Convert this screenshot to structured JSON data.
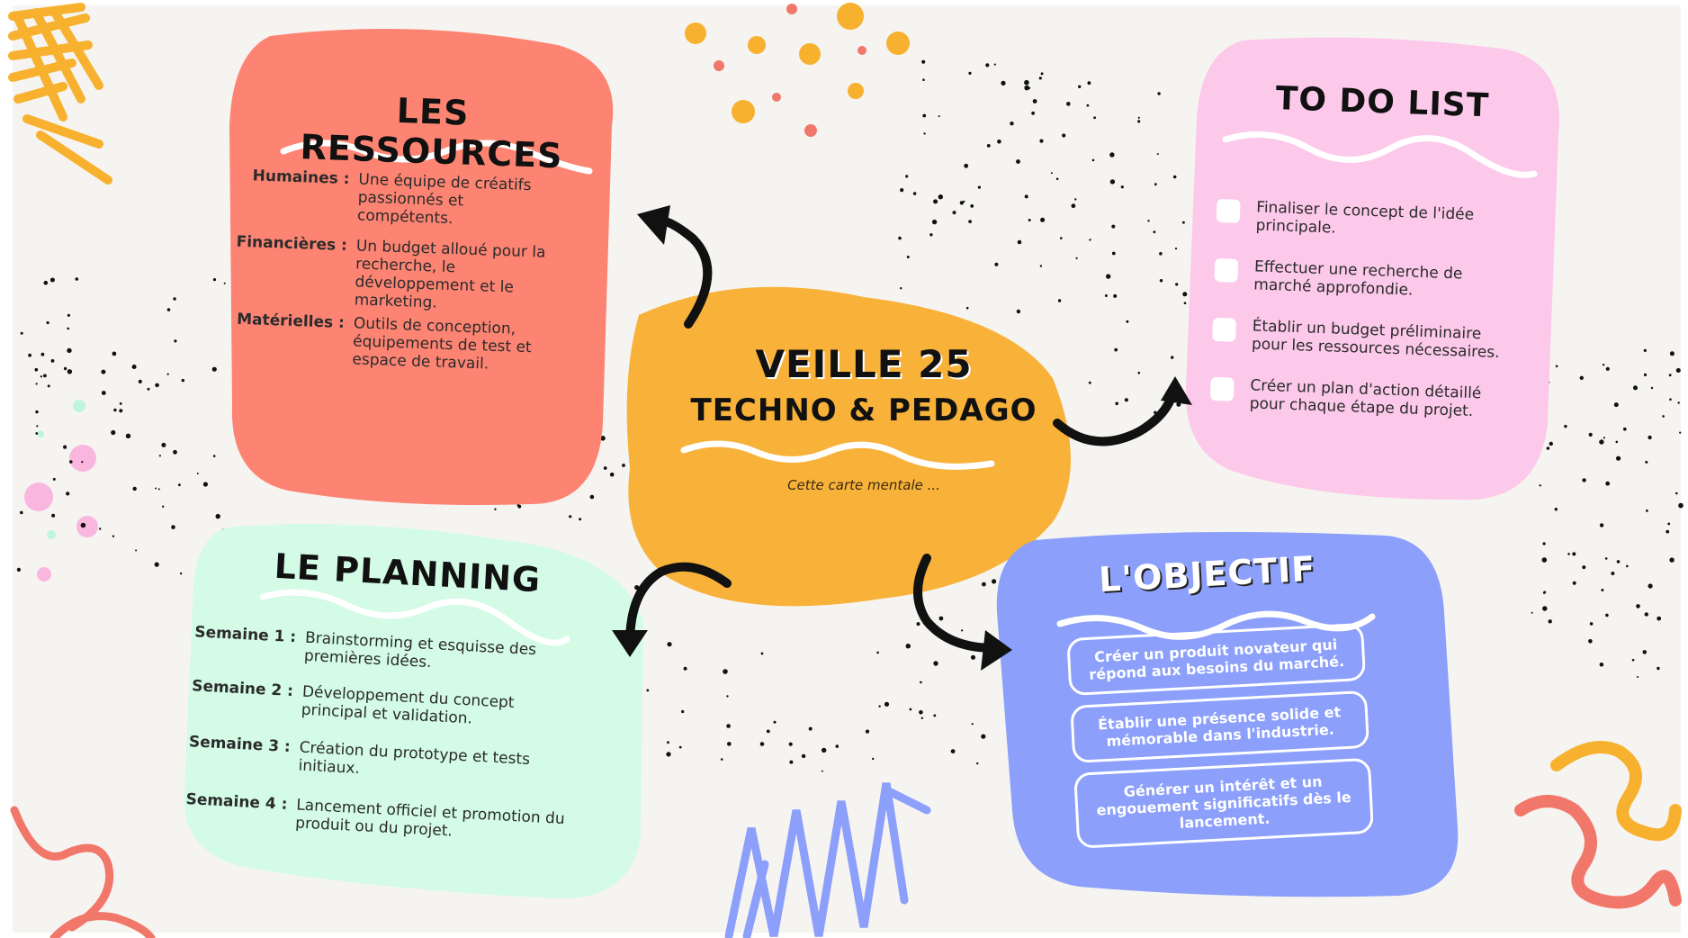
{
  "center": {
    "title_line1": "VEILLE 25",
    "title_line2": "TECHNO & PEDAGO",
    "subtitle": "Cette carte mentale ..."
  },
  "ressources": {
    "title": "LES RESSOURCES",
    "rows": [
      {
        "label": "Humaines :",
        "lines": [
          "Une équipe de créatifs",
          "passionnés et",
          "compétents."
        ]
      },
      {
        "label": "Financières :",
        "lines": [
          "Un budget alloué pour la",
          "recherche, le",
          "développement et le",
          "marketing."
        ]
      },
      {
        "label": "Matérielles :",
        "lines": [
          "Outils de conception,",
          "équipements de test et",
          "espace de travail."
        ]
      }
    ]
  },
  "todo": {
    "title": "TO DO LIST",
    "items": [
      {
        "lines": [
          "Finaliser le concept de l'idée",
          "principale."
        ]
      },
      {
        "lines": [
          "Effectuer une recherche de",
          "marché approfondie."
        ]
      },
      {
        "lines": [
          "Établir un budget préliminaire",
          "pour les ressources nécessaires."
        ]
      },
      {
        "lines": [
          "Créer un plan d'action détaillé",
          "pour chaque étape du projet."
        ]
      }
    ]
  },
  "planning": {
    "title": "LE PLANNING",
    "rows": [
      {
        "label": "Semaine 1 :",
        "lines": [
          "Brainstorming et esquisse des",
          "premières idées."
        ]
      },
      {
        "label": "Semaine 2 :",
        "lines": [
          "Développement du concept",
          "principal et validation."
        ]
      },
      {
        "label": "Semaine 3 :",
        "lines": [
          "Création du prototype et tests",
          "initiaux."
        ]
      },
      {
        "label": "Semaine 4 :",
        "lines": [
          "Lancement officiel et promotion du",
          "produit ou du projet."
        ]
      }
    ]
  },
  "objectif": {
    "title": "L'OBJECTIF",
    "boxes": [
      {
        "lines": [
          "Créer un produit novateur qui",
          "répond aux besoins du marché."
        ]
      },
      {
        "lines": [
          "Établir une présence solide et",
          "mémorable dans l'industrie."
        ]
      },
      {
        "lines": [
          "Générer un intérêt et un",
          "engouement significatifs dès le",
          "lancement."
        ]
      }
    ]
  },
  "colors": {
    "background": "#f6f4f1",
    "center": "#f8b23a",
    "ressources": "#fd8473",
    "todo": "#fcc9ea",
    "planning": "#d3fbe6",
    "objectif": "#8b9ffb",
    "text": "#2b2b2b",
    "arrows": "#111111"
  }
}
